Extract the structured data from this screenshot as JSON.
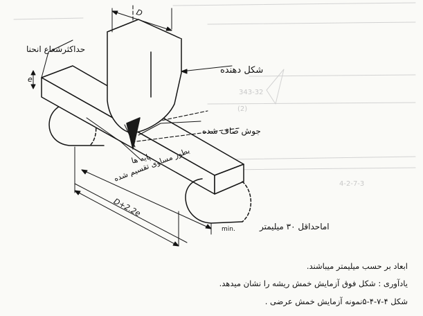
{
  "labels": {
    "max_bend_radius": "حداکثرشعاع انحنا",
    "former": "شکل دهنده",
    "weld_ground_flush": "جوش صاف شده",
    "supports": "پایه ها",
    "equally_divided": "بطور مساوی تقسیم شده",
    "min_30mm": "اماحداقل ۳۰ میلیمتر",
    "min_abbrev": "min.",
    "dim_D": "D",
    "dim_e": "e",
    "dim_span": "D+2.2e"
  },
  "notes": [
    "ابعاد بر حسب میلیمتر میباشند.",
    "یادآوری : شکل فوق آزمایش خمش ریشه را نشان میدهد.",
    "شکل ۴-۷-۴-۵نمونه آزمایش خمش عرضی ."
  ],
  "bleed_text": [
    "343-32",
    "(2)",
    "4-2-7-3"
  ]
}
